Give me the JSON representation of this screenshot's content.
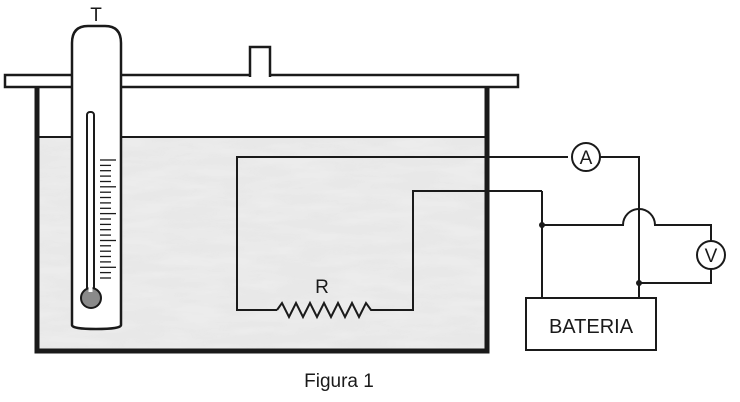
{
  "labels": {
    "thermometer": "T",
    "resistor": "R",
    "ammeter": "A",
    "voltmeter": "V",
    "battery": "BATERIA",
    "caption": "Figura 1"
  },
  "colors": {
    "line": "#1a1a1a",
    "water": "#e6e6e6",
    "thermo_bulb": "#8a8a8a"
  },
  "thermometer_ticks": 23
}
